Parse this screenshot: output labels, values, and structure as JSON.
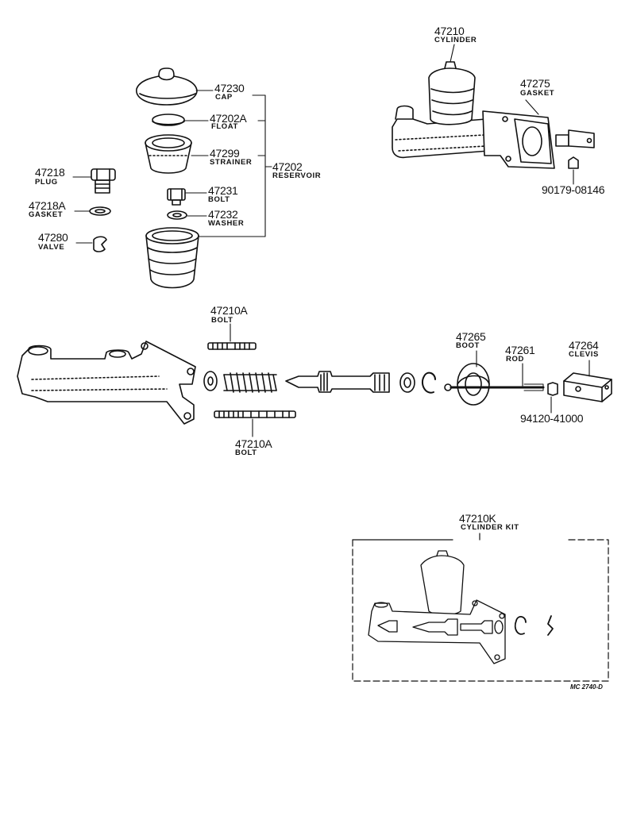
{
  "parts": {
    "cylinder_top": {
      "number": "47210",
      "name": "CYLINDER"
    },
    "gasket": {
      "number": "47275",
      "name": "GASKET"
    },
    "nut": {
      "number": "90179-08146"
    },
    "cap": {
      "number": "47230",
      "name": "CAP"
    },
    "float": {
      "number": "47202A",
      "name": "FLOAT"
    },
    "strainer": {
      "number": "47299",
      "name": "STRAINER"
    },
    "reservoir": {
      "number": "47202",
      "name": "RESERVOIR"
    },
    "bolt_res": {
      "number": "47231",
      "name": "BOLT"
    },
    "washer": {
      "number": "47232",
      "name": "WASHER"
    },
    "plug": {
      "number": "47218",
      "name": "PLUG"
    },
    "plug_gasket": {
      "number": "47218A",
      "name": "GASKET"
    },
    "valve": {
      "number": "47280",
      "name": "VALVE"
    },
    "bolt_upper": {
      "number": "47210A",
      "name": "BOLT"
    },
    "bolt_lower": {
      "number": "47210A",
      "name": "BOLT"
    },
    "boot": {
      "number": "47265",
      "name": "BOOT"
    },
    "rod": {
      "number": "47261",
      "name": "ROD"
    },
    "clevis": {
      "number": "47264",
      "name": "CLEVIS"
    },
    "rod_nut": {
      "number": "94120-41000"
    },
    "kit": {
      "number": "47210K",
      "name": "CYLINDER KIT"
    }
  },
  "figure_code": "MC 2740-D"
}
